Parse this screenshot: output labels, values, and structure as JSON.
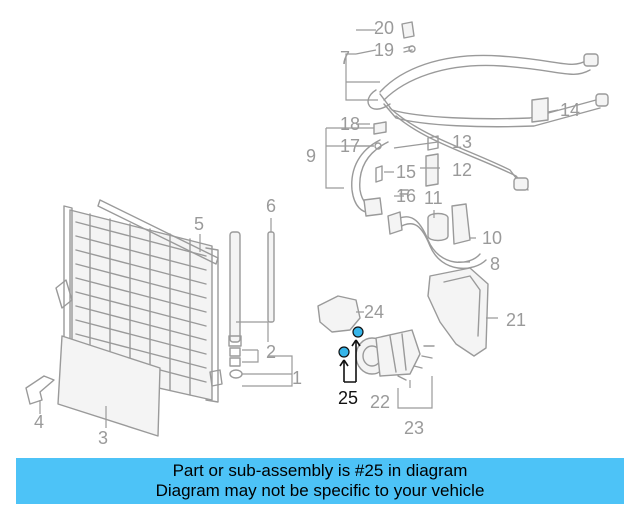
{
  "diagram": {
    "callouts": [
      "1",
      "2",
      "3",
      "4",
      "5",
      "6",
      "7",
      "8",
      "9",
      "10",
      "11",
      "12",
      "13",
      "14",
      "15",
      "16",
      "17",
      "18",
      "19",
      "20",
      "21",
      "22",
      "23",
      "24"
    ],
    "highlighted_callout": "25",
    "highlight_color": "#37b6ea",
    "part_color": "#9a9a9a"
  },
  "banner": {
    "line1": "Part or sub-assembly is #25 in diagram",
    "line2": "Diagram may not be specific to your vehicle",
    "background": "#4dc3f7"
  }
}
